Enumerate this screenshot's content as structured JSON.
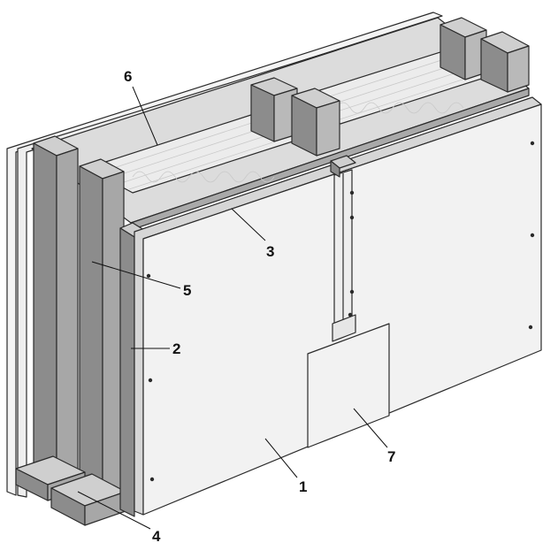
{
  "colors": {
    "board_face": "#f2f2f2",
    "board_edge": "#d8d8d8",
    "stud_front": "#8c8c8c",
    "stud_side": "#b9b9b9",
    "stud_top": "#cfcfcf",
    "insulation": "#e9e9e9",
    "outline": "#2b2b2b"
  },
  "callouts": [
    {
      "id": "1",
      "text": "1"
    },
    {
      "id": "2",
      "text": "2"
    },
    {
      "id": "3",
      "text": "3"
    },
    {
      "id": "4",
      "text": "4"
    },
    {
      "id": "5",
      "text": "5"
    },
    {
      "id": "6",
      "text": "6"
    },
    {
      "id": "7",
      "text": "7"
    }
  ]
}
